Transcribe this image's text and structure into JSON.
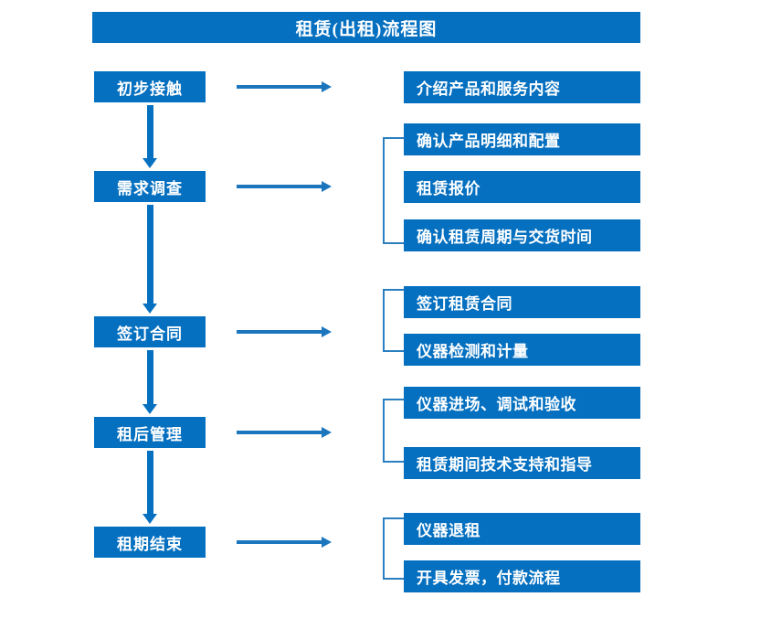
{
  "title": "租赁(出租)流程图",
  "colors": {
    "brand_blue": "#0570c0",
    "arrow_blue": "#1b76bd",
    "bracket_blue": "#2a7fc0",
    "text_on_brand": "#ffffff",
    "background": "#ffffff"
  },
  "stages": [
    {
      "label": "初步接触"
    },
    {
      "label": "需求调查"
    },
    {
      "label": "签订合同"
    },
    {
      "label": "租后管理"
    },
    {
      "label": "租期结束"
    }
  ],
  "details": [
    {
      "label": "介绍产品和服务内容"
    },
    {
      "label": "确认产品明细和配置"
    },
    {
      "label": "租赁报价"
    },
    {
      "label": "确认租赁周期与交货时间"
    },
    {
      "label": "签订租赁合同"
    },
    {
      "label": "仪器检测和计量"
    },
    {
      "label": "仪器进场、调试和验收"
    },
    {
      "label": "租赁期间技术支持和指导"
    },
    {
      "label": "仪器退租"
    },
    {
      "label": "开具发票，付款流程"
    }
  ],
  "connectors": {
    "stage_arrow_label": "向下流程箭头",
    "detail_arrow_label": "向右指向箭头",
    "bracket_label": "分组括号"
  }
}
